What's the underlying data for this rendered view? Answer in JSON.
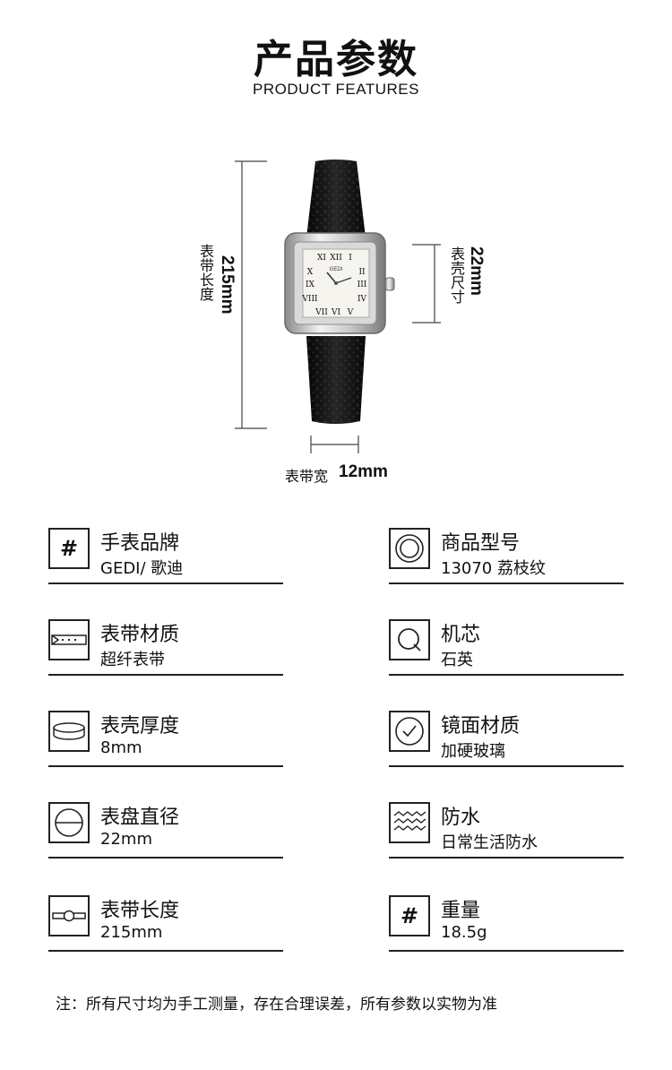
{
  "header": {
    "title_cn": "产品参数",
    "title_en": "PRODUCT FEATURES"
  },
  "diagram": {
    "strap_length_label": "表带长度",
    "strap_length_value": "215mm",
    "case_size_label": "表壳尺寸",
    "case_size_value": "22mm",
    "strap_width_label": "表带宽",
    "strap_width_value": "12mm",
    "dial_brand": "GEDI"
  },
  "specs": {
    "left": [
      {
        "label": "手表品牌",
        "value": "GEDI/ 歌迪",
        "icon": "hash-icon"
      },
      {
        "label": "表带材质",
        "value": "超纤表带",
        "icon": "strap-icon"
      },
      {
        "label": "表壳厚度",
        "value": "8mm",
        "icon": "case-thickness-icon"
      },
      {
        "label": "表盘直径",
        "value": "22mm",
        "icon": "dial-diameter-icon"
      },
      {
        "label": "表带长度",
        "value": "215mm",
        "icon": "strap-length-icon"
      }
    ],
    "right": [
      {
        "label": "商品型号",
        "value": "13070 荔枝纹",
        "icon": "concentric-circles-icon"
      },
      {
        "label": "机芯",
        "value": "石英",
        "icon": "quartz-icon"
      },
      {
        "label": "镜面材质",
        "value": "加硬玻璃",
        "icon": "clock-check-icon"
      },
      {
        "label": "防水",
        "value": "日常生活防水",
        "icon": "water-wave-icon"
      },
      {
        "label": "重量",
        "value": "18.5g",
        "icon": "hash-icon"
      }
    ]
  },
  "footer": {
    "note": "注：所有尺寸均为手工测量，存在合理误差，所有参数以实物为准"
  }
}
